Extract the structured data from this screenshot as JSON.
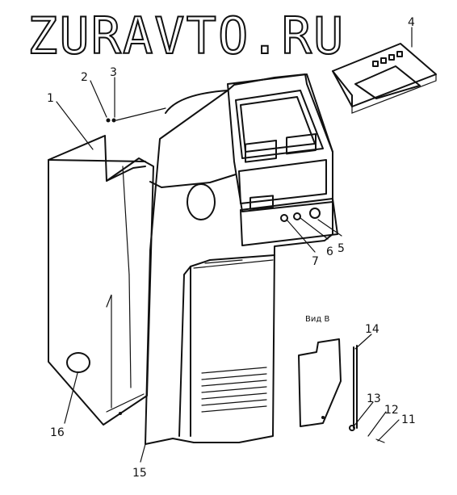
{
  "watermark": "ZURAVTO.RU",
  "view_label": "Вид В",
  "callouts": [
    {
      "id": "c1",
      "text": "1"
    },
    {
      "id": "c2",
      "text": "2"
    },
    {
      "id": "c3",
      "text": "3"
    },
    {
      "id": "c4",
      "text": "4"
    },
    {
      "id": "c5",
      "text": "5"
    },
    {
      "id": "c6",
      "text": "6"
    },
    {
      "id": "c7",
      "text": "7"
    },
    {
      "id": "c11",
      "text": "11"
    },
    {
      "id": "c12",
      "text": "12"
    },
    {
      "id": "c13",
      "text": "13"
    },
    {
      "id": "c14",
      "text": "14"
    },
    {
      "id": "c15",
      "text": "15"
    },
    {
      "id": "c16",
      "text": "16"
    }
  ]
}
